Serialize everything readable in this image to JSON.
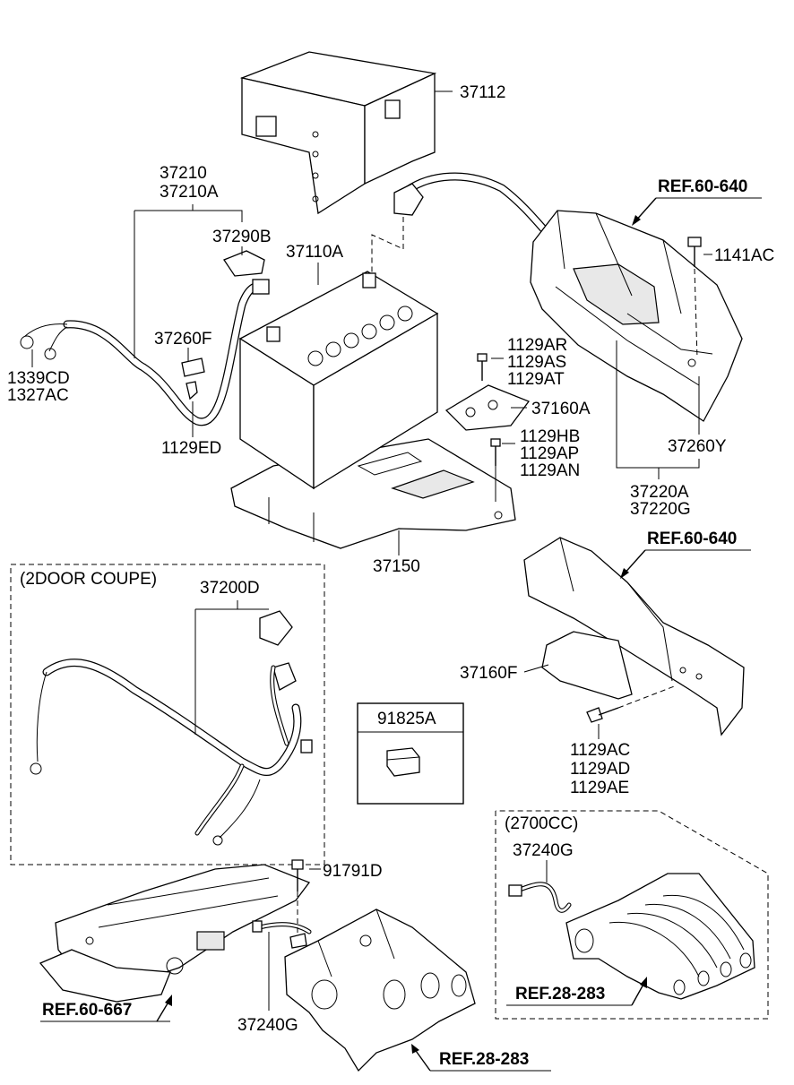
{
  "labels": {
    "p37112": "37112",
    "p37210": "37210",
    "p37210A": "37210A",
    "p37290B": "37290B",
    "p37110A": "37110A",
    "p37260F": "37260F",
    "p1339CD": "1339CD",
    "p1327AC": "1327AC",
    "p1129ED": "1129ED",
    "p1129AR": "1129AR",
    "p1129AS": "1129AS",
    "p1129AT": "1129AT",
    "p37160A": "37160A",
    "p1129HB": "1129HB",
    "p1129AP": "1129AP",
    "p1129AN": "1129AN",
    "p37150": "37150",
    "p1141AC": "1141AC",
    "p37260Y": "37260Y",
    "p37220A": "37220A",
    "p37220G": "37220G",
    "p37200D": "37200D",
    "p37160F": "37160F",
    "p91825A": "91825A",
    "p1129AC": "1129AC",
    "p1129AD": "1129AD",
    "p1129AE": "1129AE",
    "p91791D": "91791D",
    "p37240G_main": "37240G",
    "p37240G_opt": "37240G"
  },
  "refs": {
    "ref_top": "REF.60-640",
    "ref_mid": "REF.60-640",
    "ref_667": "REF.60-667",
    "ref_283_opt": "REF.28-283",
    "ref_283_main": "REF.28-283"
  },
  "groups": {
    "coupe_title": "(2DOOR COUPE)",
    "engine_title": "(2700CC)"
  }
}
